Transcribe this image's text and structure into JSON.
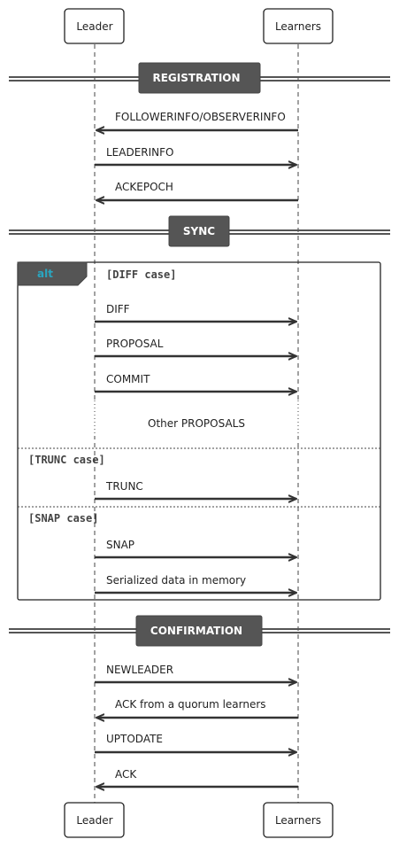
{
  "participants": {
    "leader": "Leader",
    "learners": "Learners"
  },
  "sections": {
    "registration": "REGISTRATION",
    "sync": "SYNC",
    "confirmation": "CONFIRMATION"
  },
  "alt": {
    "tag": "alt",
    "guards": {
      "diff": "[DIFF case]",
      "trunc": "[TRUNC case]",
      "snap": "[SNAP case]"
    }
  },
  "messages": {
    "followerinfo": "FOLLOWERINFO/OBSERVERINFO",
    "leaderinfo": "LEADERINFO",
    "ackepoch": "ACKEPOCH",
    "diff": "DIFF",
    "proposal": "PROPOSAL",
    "commit": "COMMIT",
    "other_proposals": "Other PROPOSALS",
    "trunc": "TRUNC",
    "snap": "SNAP",
    "serialized": "Serialized data in memory",
    "newleader": "NEWLEADER",
    "ack_quorum": "ACK from a quorum learners",
    "uptodate": "UPTODATE",
    "ack": "ACK"
  },
  "colors": {
    "divider_bg": "#555555",
    "line": "#333333",
    "alt_tag": "#2aa6c0"
  }
}
